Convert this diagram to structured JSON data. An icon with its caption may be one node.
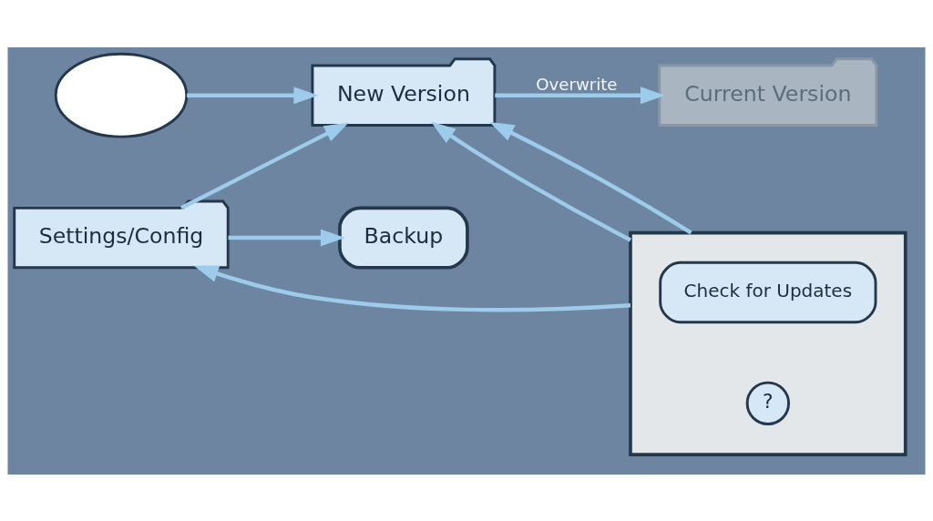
{
  "diagram": {
    "nodes": [
      {
        "text": [],
        "shape": "cloud"
      },
      {
        "text": [
          "New Version"
        ]
      },
      {
        "text": [
          "Current Version"
        ]
      },
      {
        "text": [
          "Settings/Config"
        ]
      },
      {
        "text": [
          "Backup"
        ]
      },
      {
        "text": [],
        "shape": "box"
      },
      {
        "text": [
          "Check for Updates"
        ],
        "in": 5
      },
      {
        "text": [
          "?"
        ],
        "in": 5
      }
    ],
    "edges": [
      {
        "from": 0,
        "to": 1,
        "arrow": "to"
      },
      {
        "from": 1,
        "to": 2,
        "arrow": "to",
        "label": "Overwrite"
      },
      {
        "from": 3,
        "to": 4,
        "arrow": "to"
      },
      {
        "from": 5,
        "to": 1,
        "arrow": "to"
      },
      {
        "from": 5,
        "to": 3,
        "arrow": "to"
      },
      {
        "from": 5,
        "to": 1,
        "arrow": "to"
      },
      {
        "from": 3,
        "to": 1,
        "arrow": "to"
      }
    ]
  }
}
